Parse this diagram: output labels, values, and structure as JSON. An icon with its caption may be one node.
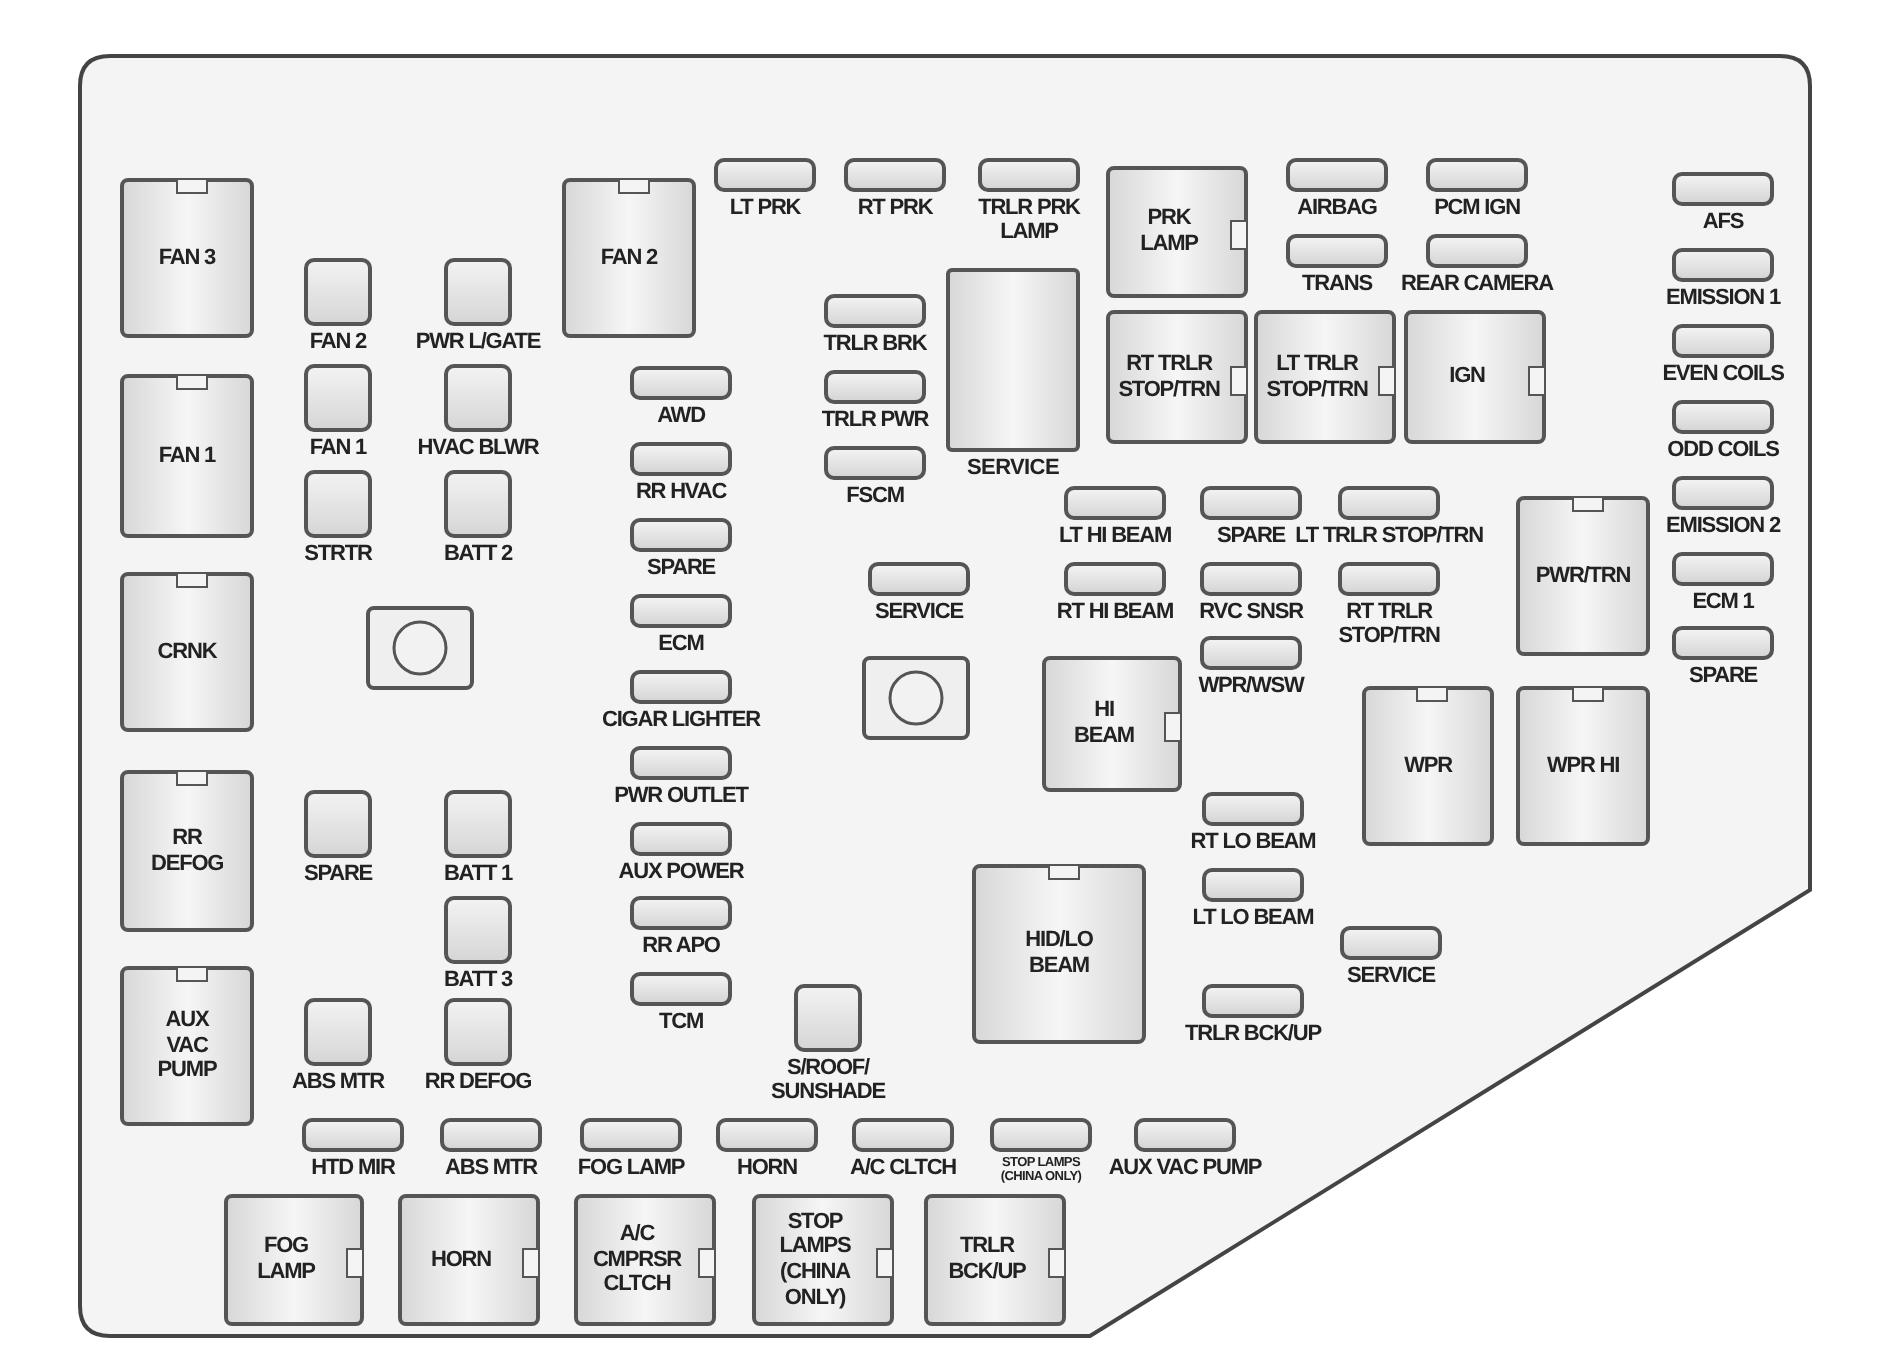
{
  "diagram": {
    "nodes": [
      {
        "text": [
          "FAN 3"
        ]
      },
      {
        "text": [
          "FAN 1"
        ]
      },
      {
        "text": [
          "CRNK"
        ]
      },
      {
        "text": [
          "RR DEFOG"
        ]
      },
      {
        "text": [
          "AUX VAC PUMP"
        ]
      },
      {
        "text": [],
        "shape": "box",
        "beside": [
          "FAN 2"
        ]
      },
      {
        "text": [],
        "shape": "box",
        "beside": [
          "PWR L/GATE"
        ]
      },
      {
        "text": [],
        "shape": "box",
        "beside": [
          "FAN 1"
        ]
      },
      {
        "text": [],
        "shape": "box",
        "beside": [
          "HVAC BLWR"
        ]
      },
      {
        "text": [],
        "shape": "box",
        "beside": [
          "STRTR"
        ]
      },
      {
        "text": [],
        "shape": "box",
        "beside": [
          "BATT 2"
        ]
      },
      {
        "text": [],
        "shape": "box",
        "beside": [
          "SPARE"
        ]
      },
      {
        "text": [],
        "shape": "box",
        "beside": [
          "BATT 1"
        ]
      },
      {
        "text": [],
        "shape": "box",
        "beside": [
          "BATT 3"
        ]
      },
      {
        "text": [],
        "shape": "box",
        "beside": [
          "ABS MTR"
        ]
      },
      {
        "text": [],
        "shape": "box",
        "beside": [
          "RR DEFOG"
        ]
      },
      {
        "text": [
          "FAN 2"
        ]
      },
      {
        "text": [],
        "shape": "box",
        "beside": [
          "LT PRK"
        ]
      },
      {
        "text": [],
        "shape": "box",
        "beside": [
          "RT PRK"
        ]
      },
      {
        "text": [],
        "shape": "box",
        "beside": [
          "TRLR PRK LAMP"
        ]
      },
      {
        "text": [
          "PRK LAMP"
        ]
      },
      {
        "text": [],
        "shape": "box",
        "beside": [
          "AIRBAG"
        ]
      },
      {
        "text": [],
        "shape": "box",
        "beside": [
          "PCM IGN"
        ]
      },
      {
        "text": [],
        "shape": "box",
        "beside": [
          "TRANS"
        ]
      },
      {
        "text": [],
        "shape": "box",
        "beside": [
          "REAR CAMERA"
        ]
      },
      {
        "text": [
          "RT TRLR STOP/TRN"
        ]
      },
      {
        "text": [
          "LT TRLR STOP/TRN"
        ]
      },
      {
        "text": [
          "IGN"
        ]
      },
      {
        "text": [],
        "shape": "box",
        "beside": [
          "AFS"
        ]
      },
      {
        "text": [],
        "shape": "box",
        "beside": [
          "EMISSION 1"
        ]
      },
      {
        "text": [],
        "shape": "box",
        "beside": [
          "EVEN COILS"
        ]
      },
      {
        "text": [],
        "shape": "box",
        "beside": [
          "ODD COILS"
        ]
      },
      {
        "text": [],
        "shape": "box",
        "beside": [
          "EMISSION 2"
        ]
      },
      {
        "text": [],
        "shape": "box",
        "beside": [
          "ECM 1"
        ]
      },
      {
        "text": [],
        "shape": "box",
        "beside": [
          "SPARE"
        ]
      },
      {
        "text": [],
        "shape": "box",
        "beside": [
          "TRLR BRK"
        ]
      },
      {
        "text": [],
        "shape": "box",
        "beside": [
          "TRLR PWR"
        ]
      },
      {
        "text": [],
        "shape": "box",
        "beside": [
          "FSCM"
        ]
      },
      {
        "text": [],
        "shape": "box",
        "beside": [
          "SERVICE"
        ]
      },
      {
        "text": [],
        "shape": "box",
        "beside": [
          "AWD"
        ]
      },
      {
        "text": [],
        "shape": "box",
        "beside": [
          "RR HVAC"
        ]
      },
      {
        "text": [],
        "shape": "box",
        "beside": [
          "SPARE"
        ]
      },
      {
        "text": [],
        "shape": "box",
        "beside": [
          "ECM"
        ]
      },
      {
        "text": [],
        "shape": "box",
        "beside": [
          "CIGAR LIGHTER"
        ]
      },
      {
        "text": [],
        "shape": "box",
        "beside": [
          "PWR OUTLET"
        ]
      },
      {
        "text": [],
        "shape": "box",
        "beside": [
          "AUX POWER"
        ]
      },
      {
        "text": [],
        "shape": "box",
        "beside": [
          "RR APO"
        ]
      },
      {
        "text": [],
        "shape": "box",
        "beside": [
          "TCM"
        ]
      },
      {
        "text": [],
        "shape": "box",
        "beside": [
          "SERVICE"
        ]
      },
      {
        "text": [],
        "shape": "box",
        "beside": [
          "LT HI BEAM"
        ]
      },
      {
        "text": [],
        "shape": "box",
        "beside": [
          "SPARE"
        ]
      },
      {
        "text": [],
        "shape": "box",
        "beside": [
          "LT TRLR STOP/TRN"
        ]
      },
      {
        "text": [],
        "shape": "box",
        "beside": [
          "RT HI BEAM"
        ]
      },
      {
        "text": [],
        "shape": "box",
        "beside": [
          "RVC SNSR"
        ]
      },
      {
        "text": [],
        "shape": "box",
        "beside": [
          "RT TRLR STOP/TRN"
        ]
      },
      {
        "text": [],
        "shape": "box",
        "beside": [
          "WPR/WSW"
        ]
      },
      {
        "text": [
          "PWR/TRN"
        ]
      },
      {
        "text": [
          "HI BEAM"
        ]
      },
      {
        "text": [
          "WPR"
        ]
      },
      {
        "text": [
          "WPR HI"
        ]
      },
      {
        "text": [],
        "shape": "box",
        "beside": [
          "RT LO BEAM"
        ]
      },
      {
        "text": [],
        "shape": "box",
        "beside": [
          "LT LO BEAM"
        ]
      },
      {
        "text": [
          "HID/LO BEAM"
        ]
      },
      {
        "text": [],
        "shape": "box",
        "beside": [
          "SERVICE"
        ]
      },
      {
        "text": [],
        "shape": "box",
        "beside": [
          "TRLR BCK/UP"
        ]
      },
      {
        "text": [],
        "shape": "box",
        "beside": [
          "S/ROOF/ SUNSHADE"
        ]
      },
      {
        "text": [],
        "shape": "box",
        "beside": [
          "HTD MIR"
        ]
      },
      {
        "text": [],
        "shape": "box",
        "beside": [
          "ABS MTR"
        ]
      },
      {
        "text": [],
        "shape": "box",
        "beside": [
          "FOG LAMP"
        ]
      },
      {
        "text": [],
        "shape": "box",
        "beside": [
          "HORN"
        ]
      },
      {
        "text": [],
        "shape": "box",
        "beside": [
          "A/C CLTCH"
        ]
      },
      {
        "text": [],
        "shape": "box",
        "beside": [
          "STOP LAMPS (CHINA ONLY)"
        ]
      },
      {
        "text": [],
        "shape": "box",
        "beside": [
          "AUX VAC PUMP"
        ]
      },
      {
        "text": [
          "FOG LAMP"
        ]
      },
      {
        "text": [
          "HORN"
        ]
      },
      {
        "text": [
          "A/C CMPRSR CLTCH"
        ]
      },
      {
        "text": [
          "STOP LAMPS (CHINA ONLY)"
        ]
      },
      {
        "text": [
          "TRLR BCK/UP"
        ]
      }
    ]
  }
}
